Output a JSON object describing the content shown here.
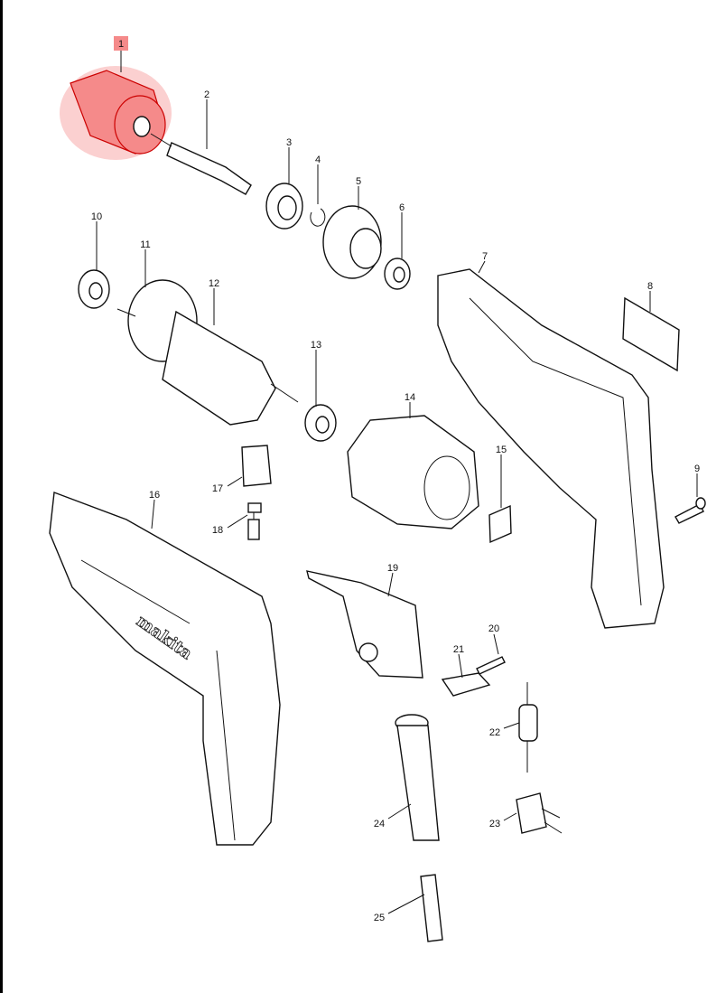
{
  "diagram": {
    "highlighted_part": "1",
    "highlight_color": "#f36a6a",
    "parts": [
      {
        "no": "1"
      },
      {
        "no": "2"
      },
      {
        "no": "3"
      },
      {
        "no": "4"
      },
      {
        "no": "5"
      },
      {
        "no": "6"
      },
      {
        "no": "7"
      },
      {
        "no": "8"
      },
      {
        "no": "9"
      },
      {
        "no": "10"
      },
      {
        "no": "11"
      },
      {
        "no": "12"
      },
      {
        "no": "13"
      },
      {
        "no": "14"
      },
      {
        "no": "15"
      },
      {
        "no": "16"
      },
      {
        "no": "17"
      },
      {
        "no": "18"
      },
      {
        "no": "19"
      },
      {
        "no": "20"
      },
      {
        "no": "21"
      },
      {
        "no": "22"
      },
      {
        "no": "23"
      },
      {
        "no": "24"
      },
      {
        "no": "25"
      }
    ],
    "brand_logo": "makita"
  }
}
